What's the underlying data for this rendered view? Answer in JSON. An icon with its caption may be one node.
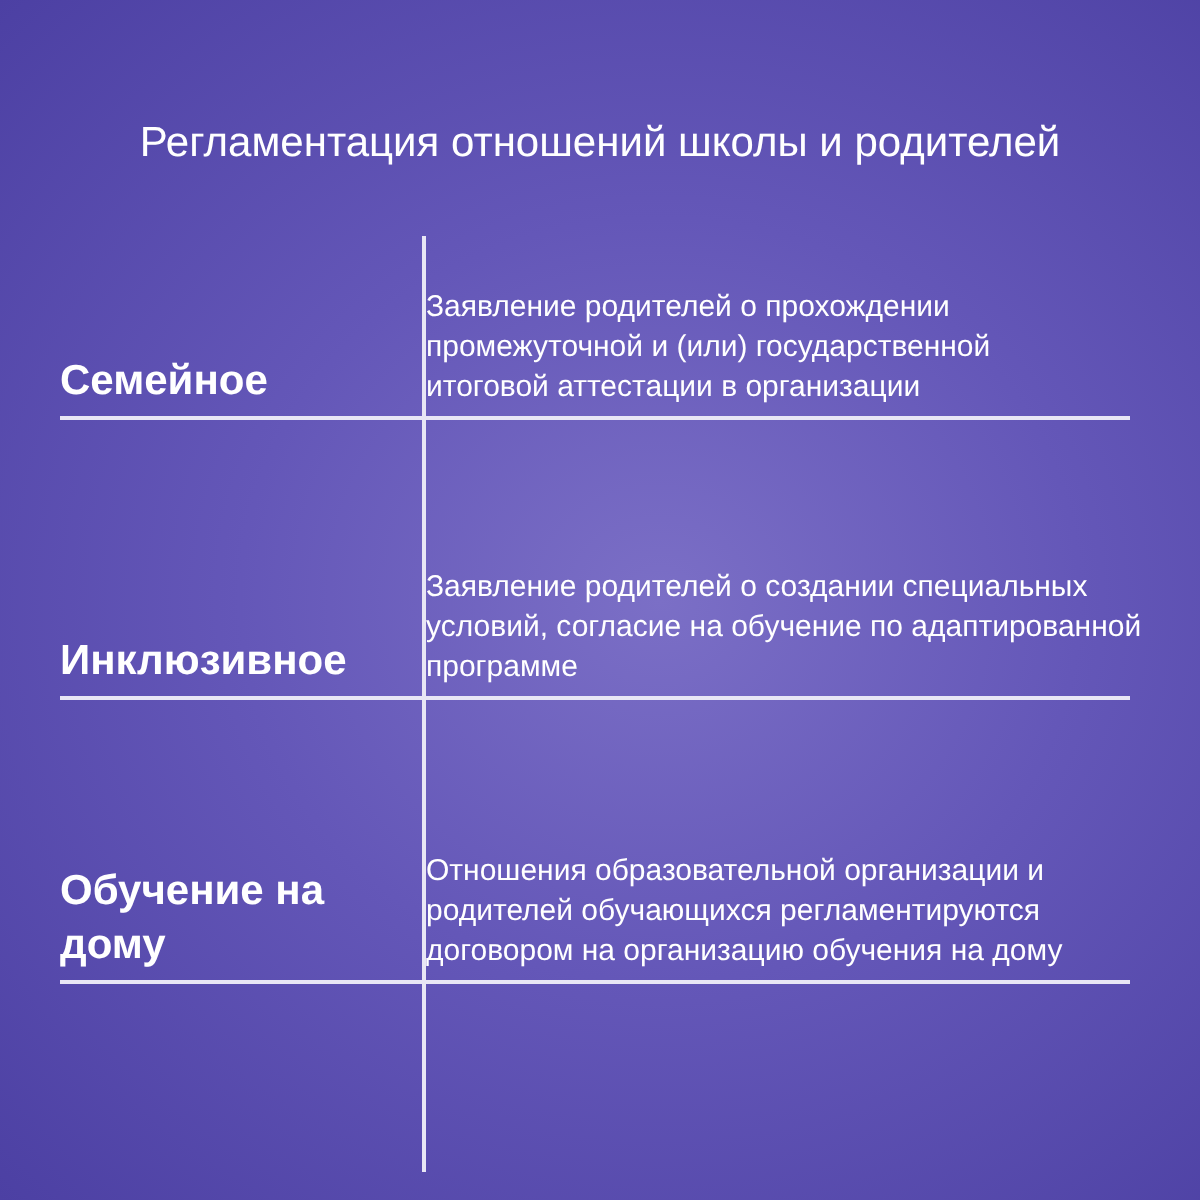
{
  "diagram": {
    "title": "Регламентация отношений школы и родителей",
    "labels": [
      "Семейное",
      "Заявление родителей о прохождении промежуточной и (или) государственной итоговой аттестации в организации",
      "Инклюзивное",
      "Заявление родителей о создании специальных условий, согласие на обучение по адаптированной программе",
      "Обучение на дому",
      "Отношения образовательной организации и родителей обучающихся регламентируются договором на организацию обучения на дому"
    ]
  }
}
